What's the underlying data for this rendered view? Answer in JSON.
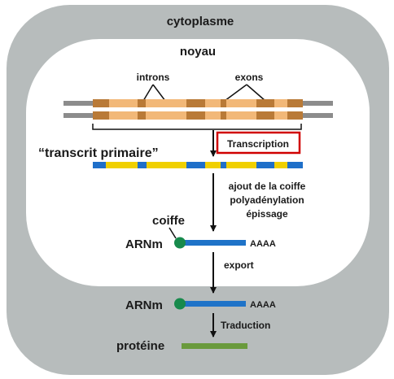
{
  "labels": {
    "cytoplasm": "cytoplasme",
    "nucleus": "noyau",
    "introns": "introns",
    "exons": "exons",
    "primary_transcript": "“transcrit primaire”",
    "transcription": "Transcription",
    "processing_1": "ajout de la coiffe",
    "processing_2": "polyadénylation",
    "processing_3": "épissage",
    "cap": "coiffe",
    "mrna_nucleus": "ARNm",
    "polya_nucleus": "AAAA",
    "export": "export",
    "mrna_cytoplasm": "ARNm",
    "polya_cytoplasm": "AAAA",
    "translation": "Traduction",
    "protein": "protéine"
  },
  "colors": {
    "cytoplasm": "#b7bcbc",
    "nucleus": "#ffffff",
    "dna_strand": "#8c8c8c",
    "exon": "#b97a37",
    "intron": "#f2b878",
    "transcript_exon": "#f0d000",
    "transcript_intron": "#1f6fc9",
    "mrna": "#1f73c8",
    "cap": "#178a4c",
    "protein": "#6a9a3c",
    "highlight_box": "#d00000"
  }
}
